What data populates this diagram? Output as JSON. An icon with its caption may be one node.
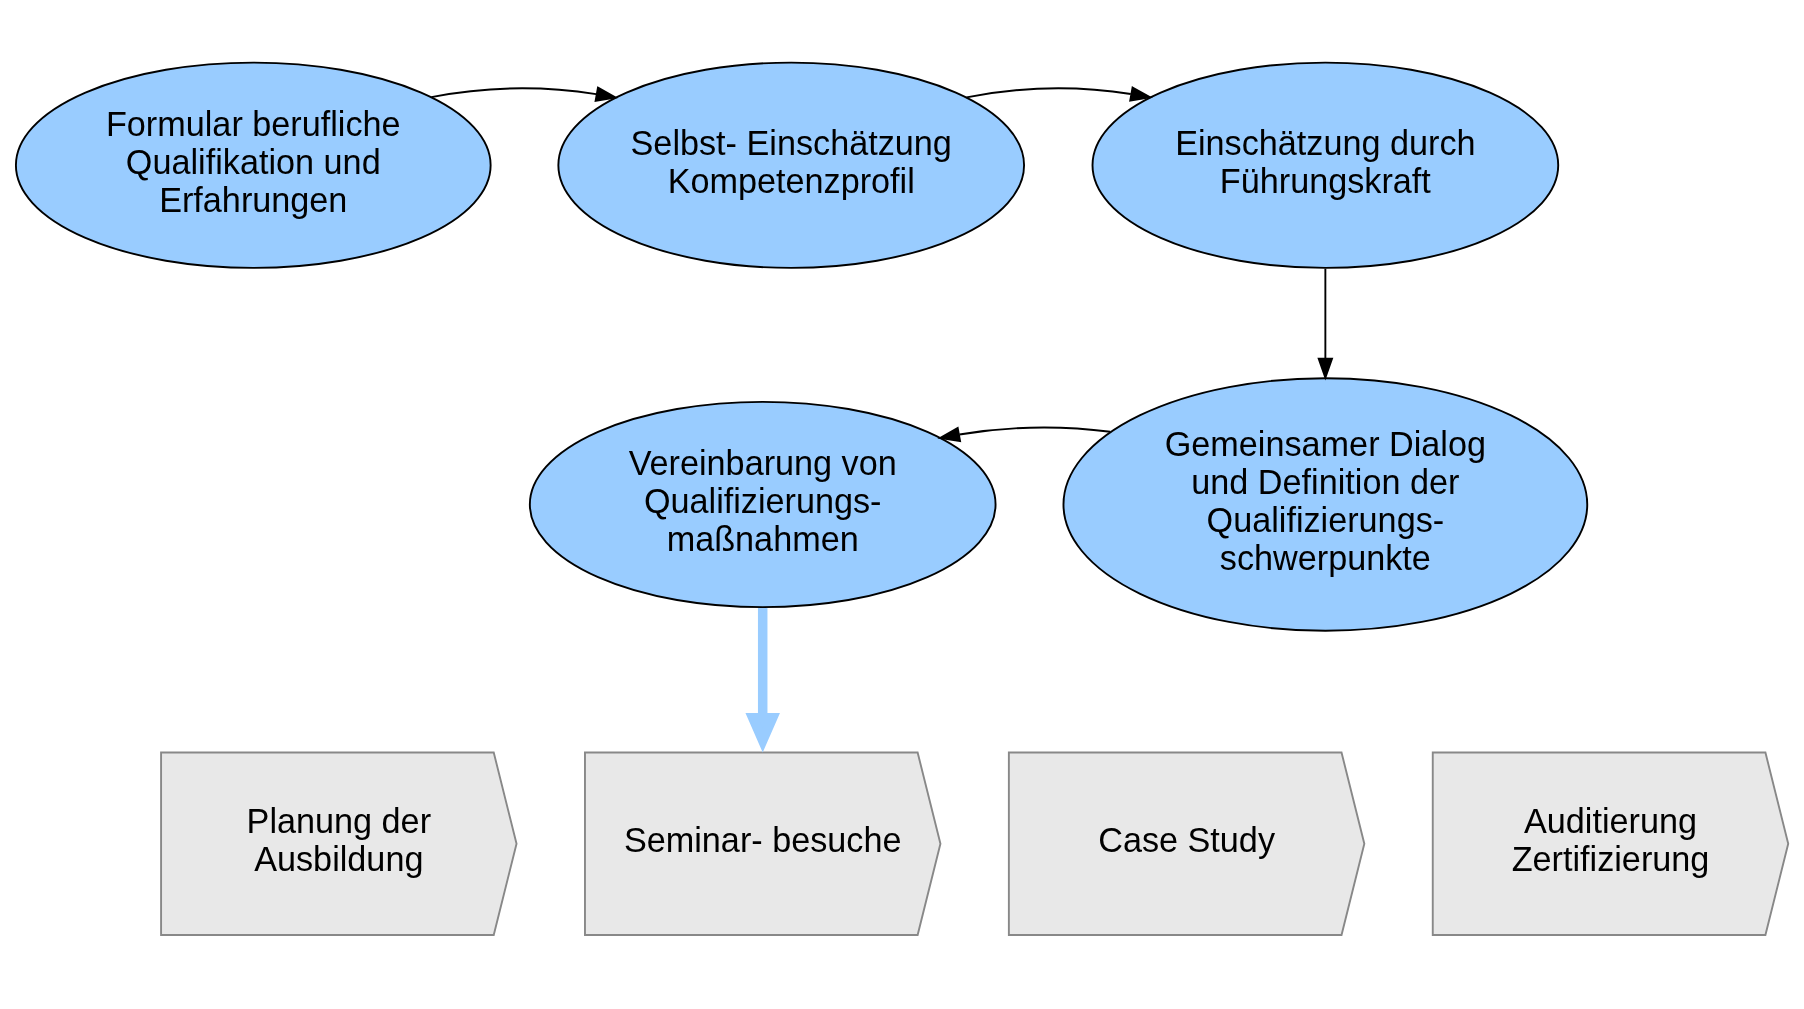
{
  "diagram": {
    "nodes": [
      {
        "text": [
          "Formular berufliche Qualifikation und Erfahrungen"
        ]
      },
      {
        "text": [
          "Selbst- Einschätzung Kompetenzprofil"
        ]
      },
      {
        "text": [
          "Einschätzung durch Führungskraft"
        ]
      },
      {
        "text": [
          "Vereinbarung von Qualifizierungs- maßnahmen"
        ]
      },
      {
        "text": [
          "Gemeinsamer Dialog und Definition der Qualifizierungs- schwerpunkte"
        ]
      },
      {
        "text": [
          "Planung der Ausbildung"
        ]
      },
      {
        "text": [
          "Seminar- besuche"
        ]
      },
      {
        "text": [
          "Case Study"
        ]
      },
      {
        "text": [
          "Auditierung Zertifizierung"
        ]
      }
    ],
    "edges": [
      {
        "from": 0,
        "to": 1,
        "arrow": "to"
      },
      {
        "from": 1,
        "to": 2,
        "arrow": "to"
      },
      {
        "from": 2,
        "to": 4,
        "arrow": "to"
      },
      {
        "from": 4,
        "to": 3,
        "arrow": "to"
      },
      {
        "from": 3,
        "to": 6,
        "arrow": "to",
        "style": "thick",
        "color": "#99ccff"
      }
    ]
  }
}
